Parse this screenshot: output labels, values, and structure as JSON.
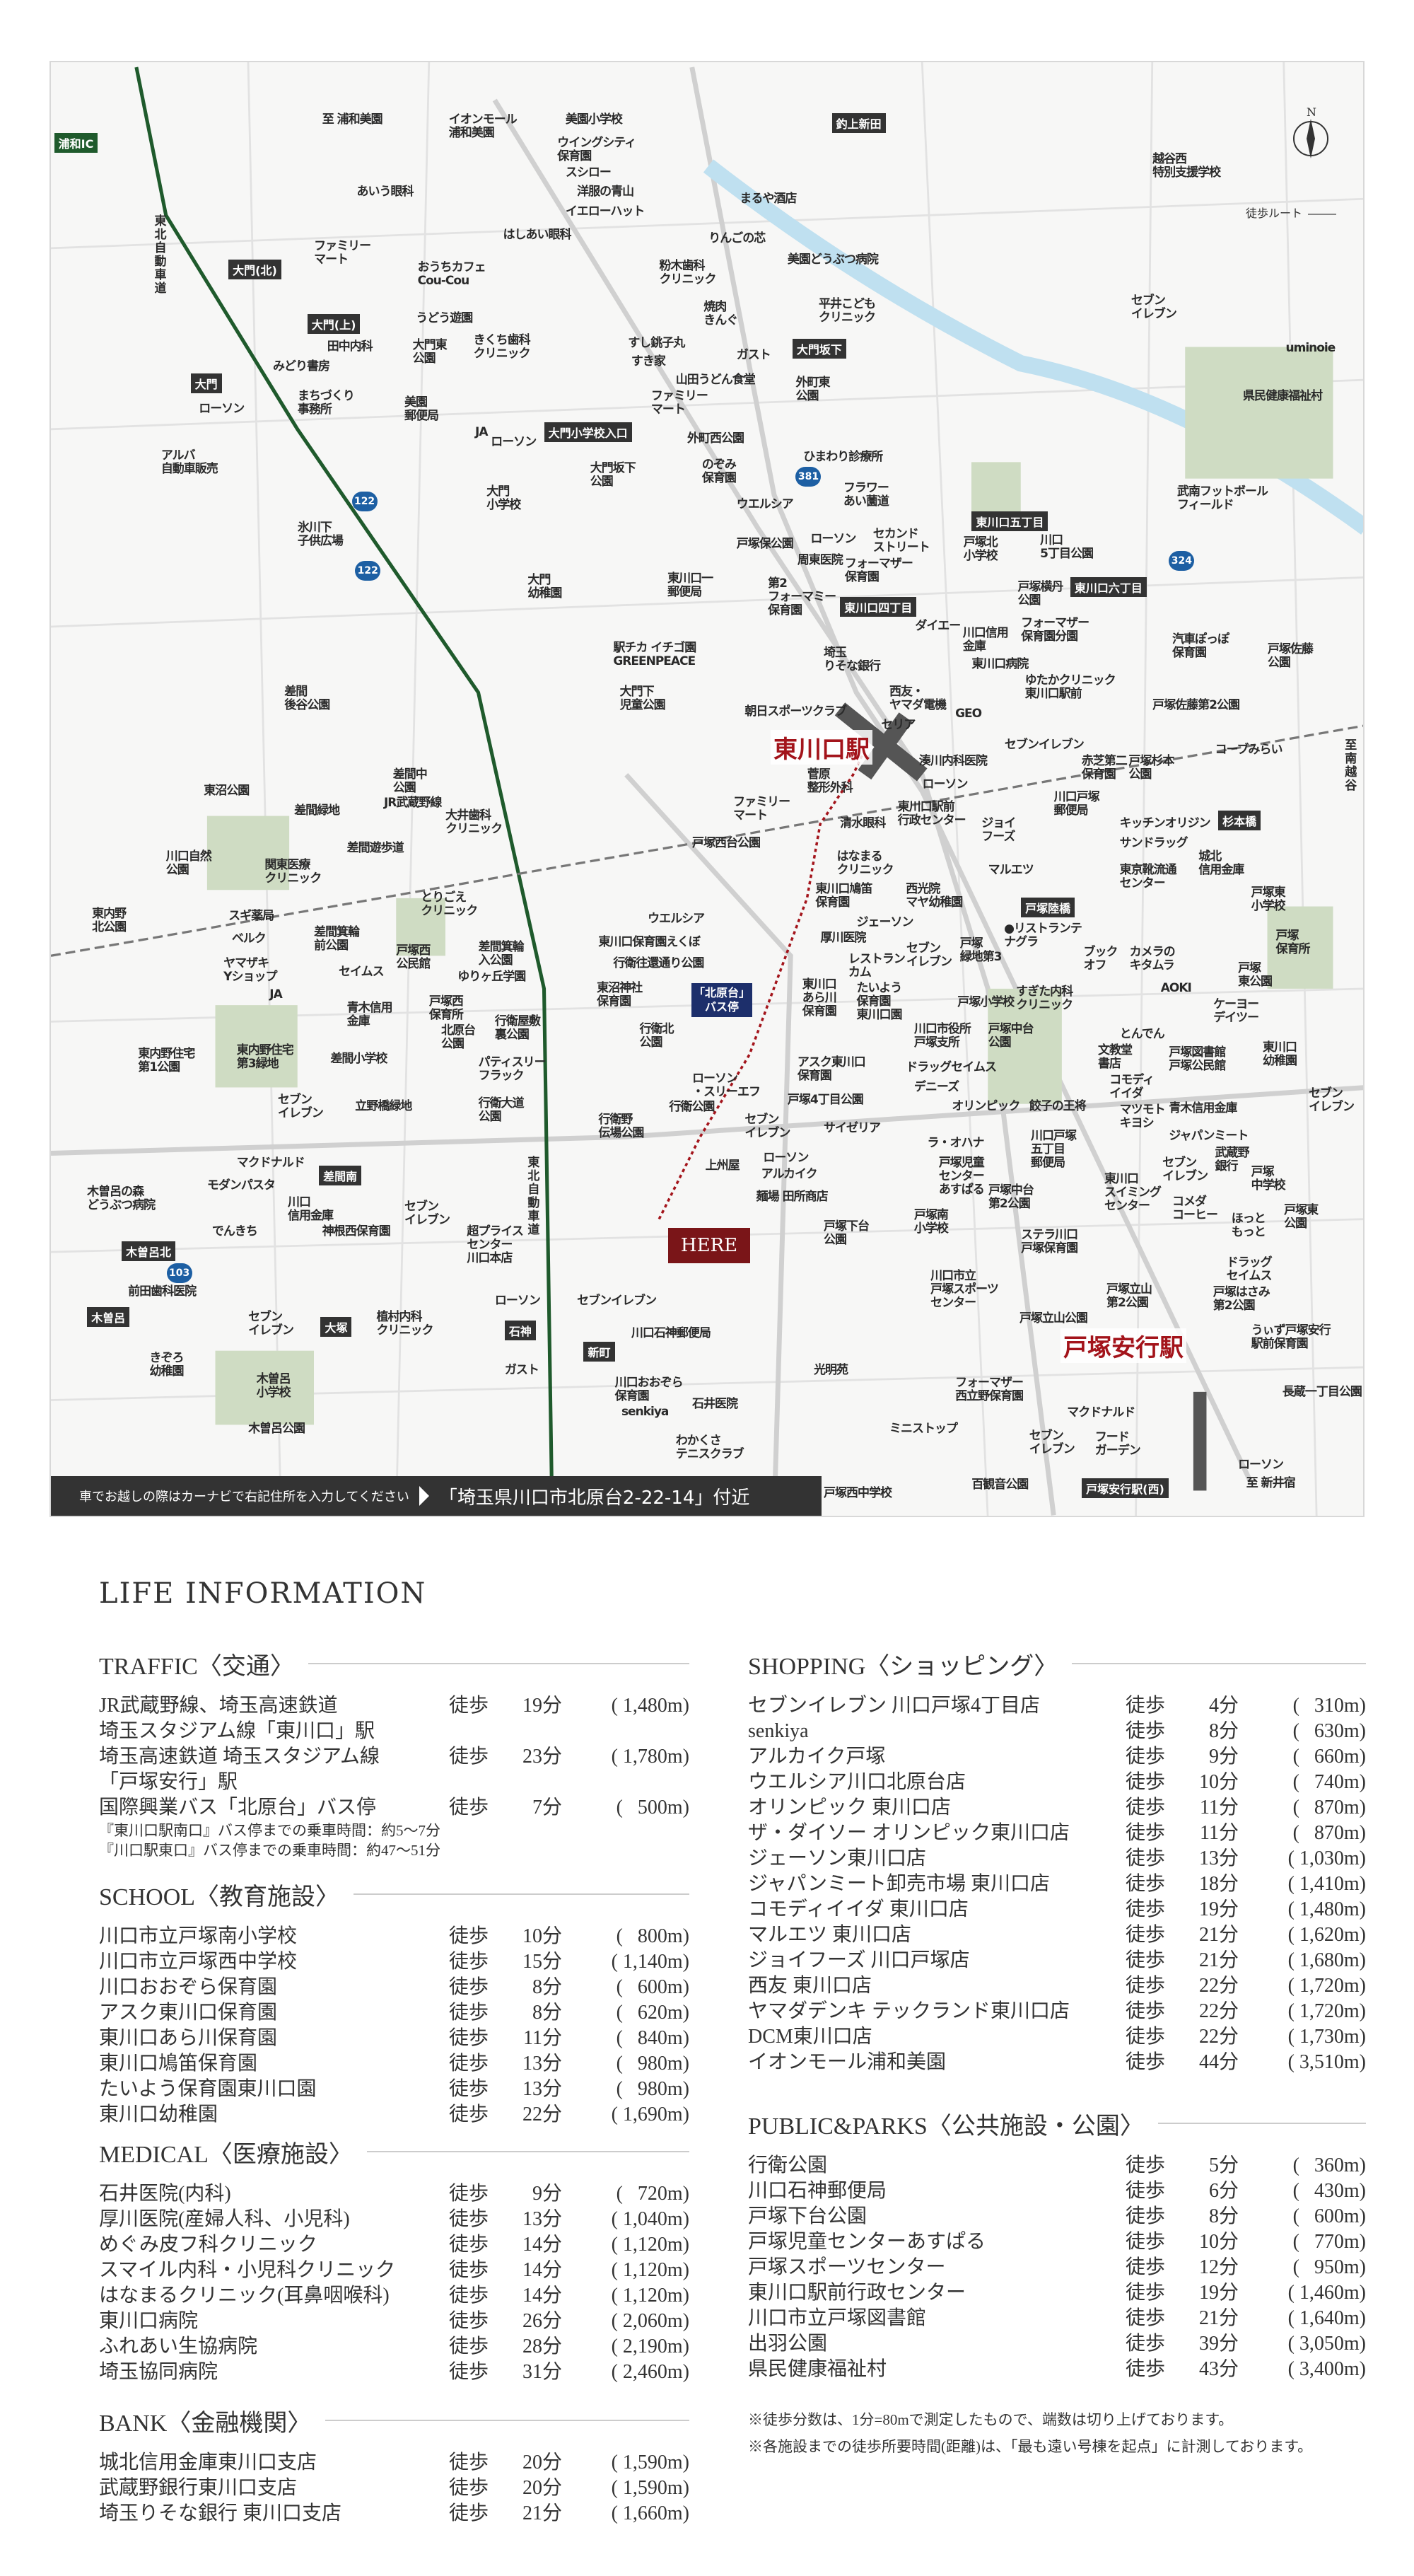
{
  "map": {
    "stations": [
      "東川口駅",
      "戸塚安行駅"
    ],
    "here": "HERE",
    "bus_stop": "「北原台」\nバス停",
    "compass": "N",
    "legend": "徒歩ルート",
    "bottom_note": "車でお越しの際はカーナビで右記住所を入力してください",
    "bottom_address": "「埼玉県川口市北原台2-22-14」付近",
    "colors": {
      "station": "#a3141b",
      "here": "#7a1518",
      "bus": "#1d2f6b",
      "highway": "#1f5a2c",
      "park": "#cfdcc3",
      "river": "#bfe0f0"
    },
    "badges": [
      "浦和IC",
      "釣上新田",
      "大門(北)",
      "大門(上)",
      "大門",
      "大門小学校入口",
      "大門坂下",
      "東川口五丁目",
      "東川口六丁目",
      "東川口四丁目",
      "杉本橋",
      "戸塚陸橋",
      "差間南",
      "木曽呂北",
      "木曽呂",
      "大塚",
      "石神",
      "新町",
      "戸塚安行駅(西)"
    ],
    "shields": [
      "122",
      "122",
      "381",
      "324",
      "103"
    ],
    "labels": [
      "至 浦和美園",
      "イオンモール\n浦和美園",
      "美園小学校",
      "ウイングシティ\n保育園",
      "スシロー",
      "洋服の青山",
      "イエローハット",
      "あいう眼科",
      "はしあい眼科",
      "りんごの芯",
      "まるや酒店",
      "美園どうぶつ病院",
      "粉木歯科\nクリニック",
      "焼肉\nきんぐ",
      "平井こども\nクリニック",
      "すし銚子丸",
      "すき家",
      "ガスト",
      "山田うどん食堂",
      "外町東\n公園",
      "ファミリー\nマート",
      "ファミリー\nマート",
      "田中内科",
      "みどり書房",
      "まちづくり\n事務所",
      "大門東\n公園",
      "おうちカフェ\nCou-Cou",
      "うどう遊園",
      "きくち歯科\nクリニック",
      "美園\n郵便局",
      "JA",
      "ローソン",
      "ローソン",
      "アルバ\n自動車販売",
      "大門\n小学校",
      "大門坂下\n公園",
      "外町西公園",
      "のぞみ\n保育園",
      "ひまわり診療所",
      "フラワー\nあい薗道",
      "ウエルシア",
      "戸塚保公園",
      "ローソン",
      "周東医院",
      "第2\nフォーマミー\n保育園",
      "セカンド\nストリート",
      "大門\n幼稚園",
      "東川口一\n郵便局",
      "氷川下\n子供広場",
      "駅チカ イチゴ園\nGREENPEACE",
      "埼玉\nりそな銀行",
      "フォーマザー\n保育園",
      "西友・\nヤマダ電機",
      "セリア",
      "朝日スポーツクラブ",
      "GEO",
      "ダイエー",
      "川口信用\n金庫",
      "戸塚北\n小学校",
      "戸塚横丹\n公園",
      "川口\n5丁目公園",
      "フォーマザー\n保育園分園",
      "東川口病院",
      "ゆたかクリニック\n東川口駅前",
      "汽車ぽっぽ\n保育園",
      "戸塚佐藤\n公園",
      "戸塚佐藤第2公園",
      "武南フットボール\nフィールド",
      "県民健康福祉村",
      "uminoie",
      "セブン\nイレブン",
      "越谷西\n特別支援学校",
      "差間\n後谷公園",
      "大門下\n児童公園",
      "至\n南越谷",
      "コーブみらい",
      "セブンイレブン",
      "赤芝第二\n保育園",
      "戸塚杉本\n公園",
      "川口戸塚\n郵便局",
      "キッチンオリジン",
      "サンドラッグ",
      "東京靴流通\nセンター",
      "城北\n信用金庫",
      "戸塚東\n小学校",
      "戸塚\n保育所",
      "戸塚\n東公園",
      "東川口\n幼稚園",
      "セブン\nイレブン",
      "青木信用金庫",
      "戸塚図書館\n戸塚公民館",
      "ケーヨー\nデイツー",
      "AOKI",
      "カメラの\nキタムラ",
      "ブック\nオフ",
      "●リストランテ\nナグラ",
      "すぎた内科\nクリニック",
      "とんでん",
      "文教堂\n書店",
      "コモディ\nイイダ",
      "マツモト\nキヨシ",
      "ジャパンミート",
      "武蔵野\n銀行",
      "戸塚\n中学校",
      "セブン\nイレブン",
      "コメダ\nコーヒー",
      "ほっと\nもっと",
      "戸塚東\n公園",
      "ドラッグ\nセイムス",
      "戸塚はさみ\n第2公園",
      "戸塚立山\n第2公園",
      "うぃず戸塚安行\n駅前保育園",
      "長蔵一丁目公園",
      "マクドナルド",
      "フード\nガーデン",
      "セブン\nイレブン",
      "ローソン",
      "至 新井宿",
      "ミニストップ",
      "百観音公園",
      "戸塚西中学校",
      "フォーマザー\n西立野保育園",
      "光明苑",
      "わかくさ\nテニスクラブ",
      "石井医院",
      "川口おおぞら\n保育園",
      "senkiya",
      "川口石神郵便局",
      "セブンイレブン",
      "ガスト",
      "ローソン",
      "植村内科\nクリニック",
      "超プライス\nセンター\n川口本店",
      "神根西保育園",
      "川口\n信用金庫",
      "セブン\nイレブン",
      "木曽呂\n小学校",
      "木曽呂公園",
      "セブン\nイレブン",
      "きぞろ\n幼稚園",
      "前田歯科医院",
      "木曽呂の森\nどうぶつ病院",
      "モダンパスタ",
      "でんきち",
      "マクドナルド",
      "立野橋緑地",
      "差間小学校",
      "セブン\nイレブン",
      "東内野住宅\n第3緑地",
      "東内野住宅\n第1公園",
      "JA",
      "ヤマザキ\nYショップ",
      "ベルク",
      "スギ薬局",
      "セイムス",
      "青木信用\n金庫",
      "差間箕輪\n前公園",
      "差間緑地",
      "差間遊歩道",
      "関東医療\nクリニック",
      "川口自然\n公園",
      "東内野\n北公園",
      "東沼公園",
      "差間中\n公園",
      "大井歯科\nクリニック",
      "とりごえ\nクリニック",
      "戸塚西\n公民館",
      "差間箕輪\n入公園",
      "ゆりヶ丘学園",
      "戸塚西\n保育所",
      "北原台\n公園",
      "行衛屋敷\n裏公園",
      "パティスリー\nフラック",
      "行衛大道\n公園",
      "行衛野\n伝場公園",
      "行衛北\n公園",
      "東沼神社\n保育園",
      "行衛往還通り公園",
      "東川口保育園えくぼ",
      "ウエルシア",
      "上州屋",
      "アルカイク",
      "麺場 田所商店",
      "ローソン",
      "ローソン\n・スリーエフ",
      "行衛公園",
      "セブン\nイレブン",
      "戸塚4丁目公園",
      "サイゼリア",
      "ラ・オハナ",
      "戸塚児童\nセンター\nあすぱる",
      "戸塚南\n小学校",
      "戸塚下台\n公園",
      "川口市立\n戸塚スポーツ\nセンター",
      "戸塚立山公園",
      "戸塚中台\n第2公園",
      "ステラ川口\n戸塚保育園",
      "川口戸塚\n五丁目\n郵便局",
      "東川口\nスイミング\nセンター",
      "餃子の王将",
      "オリンピック",
      "デニーズ",
      "ドラッグセイムス",
      "川口市役所\n戸塚支所",
      "戸塚中台\n公園",
      "アスク東川口\n保育園",
      "たいよう\n保育園\n東川口園",
      "東川口\nあら川\n保育園",
      "レストラン\nカム",
      "ジェーソン",
      "戸塚小学校",
      "戸塚\n緑地第3",
      "セブン\nイレブン",
      "厚川医院",
      "東川口鳩笛\n保育園",
      "西光院\nマヤ幼稚園",
      "はなまる\nクリニック",
      "清水眼科",
      "戸塚西台公園",
      "ファミリー\nマート",
      "菅原\n整形外科",
      "ローソン",
      "東川口駅前\n行政センター",
      "ジョイ\nフーズ",
      "マルエツ",
      "湊川内科医院",
      "JR武蔵野線",
      "東\n北\n自\n動\n車\n道",
      "東\n北\n自\n動\n車\n道"
    ]
  },
  "life_title": "LIFE INFORMATION",
  "walk": "徒歩",
  "sections": {
    "traffic": {
      "title": "TRAFFIC〈交通〉",
      "rows": [
        {
          "name": "JR武蔵野線、埼玉高速鉄道",
          "min": "19分",
          "dist": "( 1,480m)"
        },
        {
          "name": "埼玉スタジアム線「東川口」駅"
        },
        {
          "name": "埼玉高速鉄道 埼玉スタジアム線",
          "min": "23分",
          "dist": "( 1,780m)"
        },
        {
          "name": "「戸塚安行」駅"
        },
        {
          "name": "国際興業バス「北原台」バス停",
          "min": "7分",
          "dist": "(   500m)"
        },
        {
          "sub": "『東川口駅南口』バス停までの乗車時間：約5〜7分"
        },
        {
          "sub": "『川口駅東口』バス停までの乗車時間：約47〜51分"
        }
      ]
    },
    "school": {
      "title": "SCHOOL〈教育施設〉",
      "rows": [
        {
          "name": "川口市立戸塚南小学校",
          "min": "10分",
          "dist": "(   800m)"
        },
        {
          "name": "川口市立戸塚西中学校",
          "min": "15分",
          "dist": "( 1,140m)"
        },
        {
          "name": "川口おおぞら保育園",
          "min": "8分",
          "dist": "(   600m)"
        },
        {
          "name": "アスク東川口保育園",
          "min": "8分",
          "dist": "(   620m)"
        },
        {
          "name": "東川口あら川保育園",
          "min": "11分",
          "dist": "(   840m)"
        },
        {
          "name": "東川口鳩笛保育園",
          "min": "13分",
          "dist": "(   980m)"
        },
        {
          "name": "たいよう保育園東川口園",
          "min": "13分",
          "dist": "(   980m)"
        },
        {
          "name": "東川口幼稚園",
          "min": "22分",
          "dist": "( 1,690m)"
        }
      ]
    },
    "medical": {
      "title": "MEDICAL〈医療施設〉",
      "rows": [
        {
          "name": "石井医院(内科)",
          "min": "9分",
          "dist": "(   720m)"
        },
        {
          "name": "厚川医院(産婦人科、小児科)",
          "min": "13分",
          "dist": "( 1,040m)"
        },
        {
          "name": "めぐみ皮フ科クリニック",
          "min": "14分",
          "dist": "( 1,120m)"
        },
        {
          "name": "スマイル内科・小児科クリニック",
          "min": "14分",
          "dist": "( 1,120m)"
        },
        {
          "name": "はなまるクリニック(耳鼻咽喉科)",
          "min": "14分",
          "dist": "( 1,120m)"
        },
        {
          "name": "東川口病院",
          "min": "26分",
          "dist": "( 2,060m)"
        },
        {
          "name": "ふれあい生協病院",
          "min": "28分",
          "dist": "( 2,190m)"
        },
        {
          "name": "埼玉協同病院",
          "min": "31分",
          "dist": "( 2,460m)"
        }
      ]
    },
    "bank": {
      "title": "BANK〈金融機関〉",
      "rows": [
        {
          "name": "城北信用金庫東川口支店",
          "min": "20分",
          "dist": "( 1,590m)"
        },
        {
          "name": "武蔵野銀行東川口支店",
          "min": "20分",
          "dist": "( 1,590m)"
        },
        {
          "name": "埼玉りそな銀行 東川口支店",
          "min": "21分",
          "dist": "( 1,660m)"
        }
      ]
    },
    "shopping": {
      "title": "SHOPPING〈ショッピング〉",
      "rows": [
        {
          "name": "セブンイレブン 川口戸塚4丁目店",
          "min": "4分",
          "dist": "(   310m)"
        },
        {
          "name": "senkiya",
          "min": "8分",
          "dist": "(   630m)"
        },
        {
          "name": "アルカイク戸塚",
          "min": "9分",
          "dist": "(   660m)"
        },
        {
          "name": "ウエルシア川口北原台店",
          "min": "10分",
          "dist": "(   740m)"
        },
        {
          "name": "オリンピック 東川口店",
          "min": "11分",
          "dist": "(   870m)"
        },
        {
          "name": "ザ・ダイソー オリンピック東川口店",
          "min": "11分",
          "dist": "(   870m)"
        },
        {
          "name": "ジェーソン東川口店",
          "min": "13分",
          "dist": "( 1,030m)"
        },
        {
          "name": "ジャパンミート卸売市場 東川口店",
          "min": "18分",
          "dist": "( 1,410m)"
        },
        {
          "name": "コモディイイダ 東川口店",
          "min": "19分",
          "dist": "( 1,480m)"
        },
        {
          "name": "マルエツ 東川口店",
          "min": "21分",
          "dist": "( 1,620m)"
        },
        {
          "name": "ジョイフーズ 川口戸塚店",
          "min": "21分",
          "dist": "( 1,680m)"
        },
        {
          "name": "西友 東川口店",
          "min": "22分",
          "dist": "( 1,720m)"
        },
        {
          "name": "ヤマダデンキ テックランド東川口店",
          "min": "22分",
          "dist": "( 1,720m)"
        },
        {
          "name": "DCM東川口店",
          "min": "22分",
          "dist": "( 1,730m)"
        },
        {
          "name": "イオンモール浦和美園",
          "min": "44分",
          "dist": "( 3,510m)"
        }
      ]
    },
    "public": {
      "title": "PUBLIC&PARKS〈公共施設・公園〉",
      "rows": [
        {
          "name": "行衛公園",
          "min": "5分",
          "dist": "(   360m)"
        },
        {
          "name": "川口石神郵便局",
          "min": "6分",
          "dist": "(   430m)"
        },
        {
          "name": "戸塚下台公園",
          "min": "8分",
          "dist": "(   600m)"
        },
        {
          "name": "戸塚児童センターあすぱる",
          "min": "10分",
          "dist": "(   770m)"
        },
        {
          "name": "戸塚スポーツセンター",
          "min": "12分",
          "dist": "(   950m)"
        },
        {
          "name": "東川口駅前行政センター",
          "min": "19分",
          "dist": "( 1,460m)"
        },
        {
          "name": "川口市立戸塚図書館",
          "min": "21分",
          "dist": "( 1,640m)"
        },
        {
          "name": "出羽公園",
          "min": "39分",
          "dist": "( 3,050m)"
        },
        {
          "name": "県民健康福祉村",
          "min": "43分",
          "dist": "( 3,400m)"
        }
      ]
    }
  },
  "notes": [
    "※徒歩分数は、1分=80mで測定したもので、端数は切り上げております。",
    "※各施設までの徒歩所要時間(距離)は、「最も遠い号棟を起点」に計測しております。"
  ]
}
